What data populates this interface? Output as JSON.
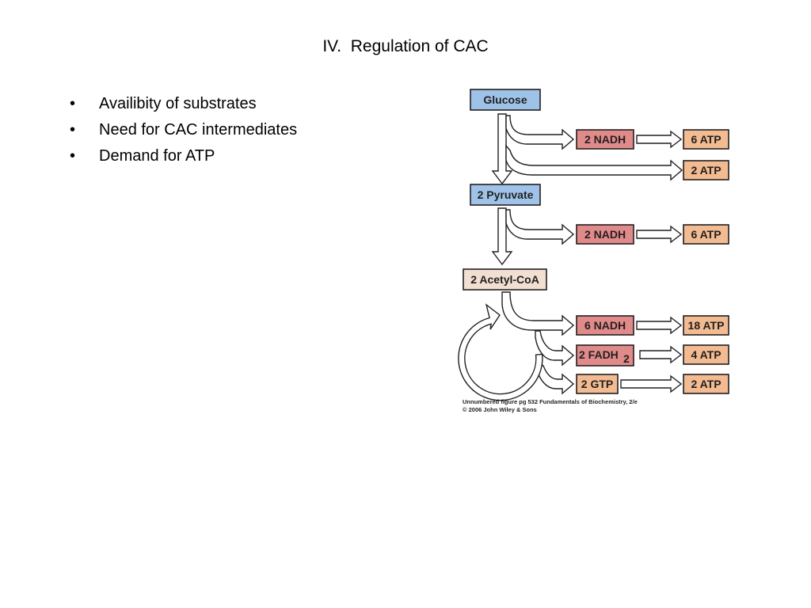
{
  "slide": {
    "title": "IV.  Regulation of CAC",
    "bullet_marker": "•",
    "bullets": [
      "Availibity of substrates",
      "Need for CAC intermediates",
      "Demand for ATP"
    ]
  },
  "figure": {
    "nodes": {
      "glucose": "Glucose",
      "pyruvate": "2 Pyruvate",
      "acetyl_coa": "2 Acetyl-CoA"
    },
    "products": {
      "glycolysis_nadh": "2 NADH",
      "glycolysis_nadh_atp": "6 ATP",
      "glycolysis_atp": "2 ATP",
      "pdh_nadh": "2 NADH",
      "pdh_nadh_atp": "6 ATP",
      "cac_nadh": "6 NADH",
      "cac_nadh_atp": "18 ATP",
      "cac_fadh2": "2 FADH",
      "cac_fadh2_subscript": "2",
      "cac_fadh2_atp": "4 ATP",
      "cac_gtp": "2 GTP",
      "cac_gtp_atp": "2 ATP"
    },
    "caption": {
      "line1": "Unnumbered figure pg 532  Fundamentals of Biochemistry, 2/e",
      "line2": "© 2006 John Wiley & Sons"
    },
    "colors": {
      "substrate_blue": "#9fc3e8",
      "acetyl_coa_tan": "#f1dfd2",
      "nadh_red": "#e08a8a",
      "atp_orange": "#f2bb91",
      "outline": "#231f20"
    }
  }
}
